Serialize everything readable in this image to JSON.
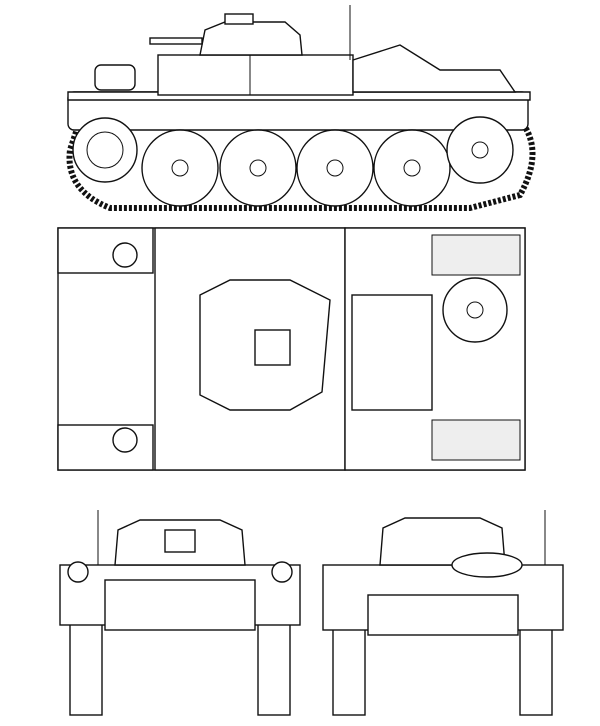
{
  "drawing": {
    "subject": "",
    "views": [
      "side",
      "top",
      "front",
      "rear"
    ],
    "colors": {
      "line": "#111111",
      "background": "#ffffff"
    }
  }
}
